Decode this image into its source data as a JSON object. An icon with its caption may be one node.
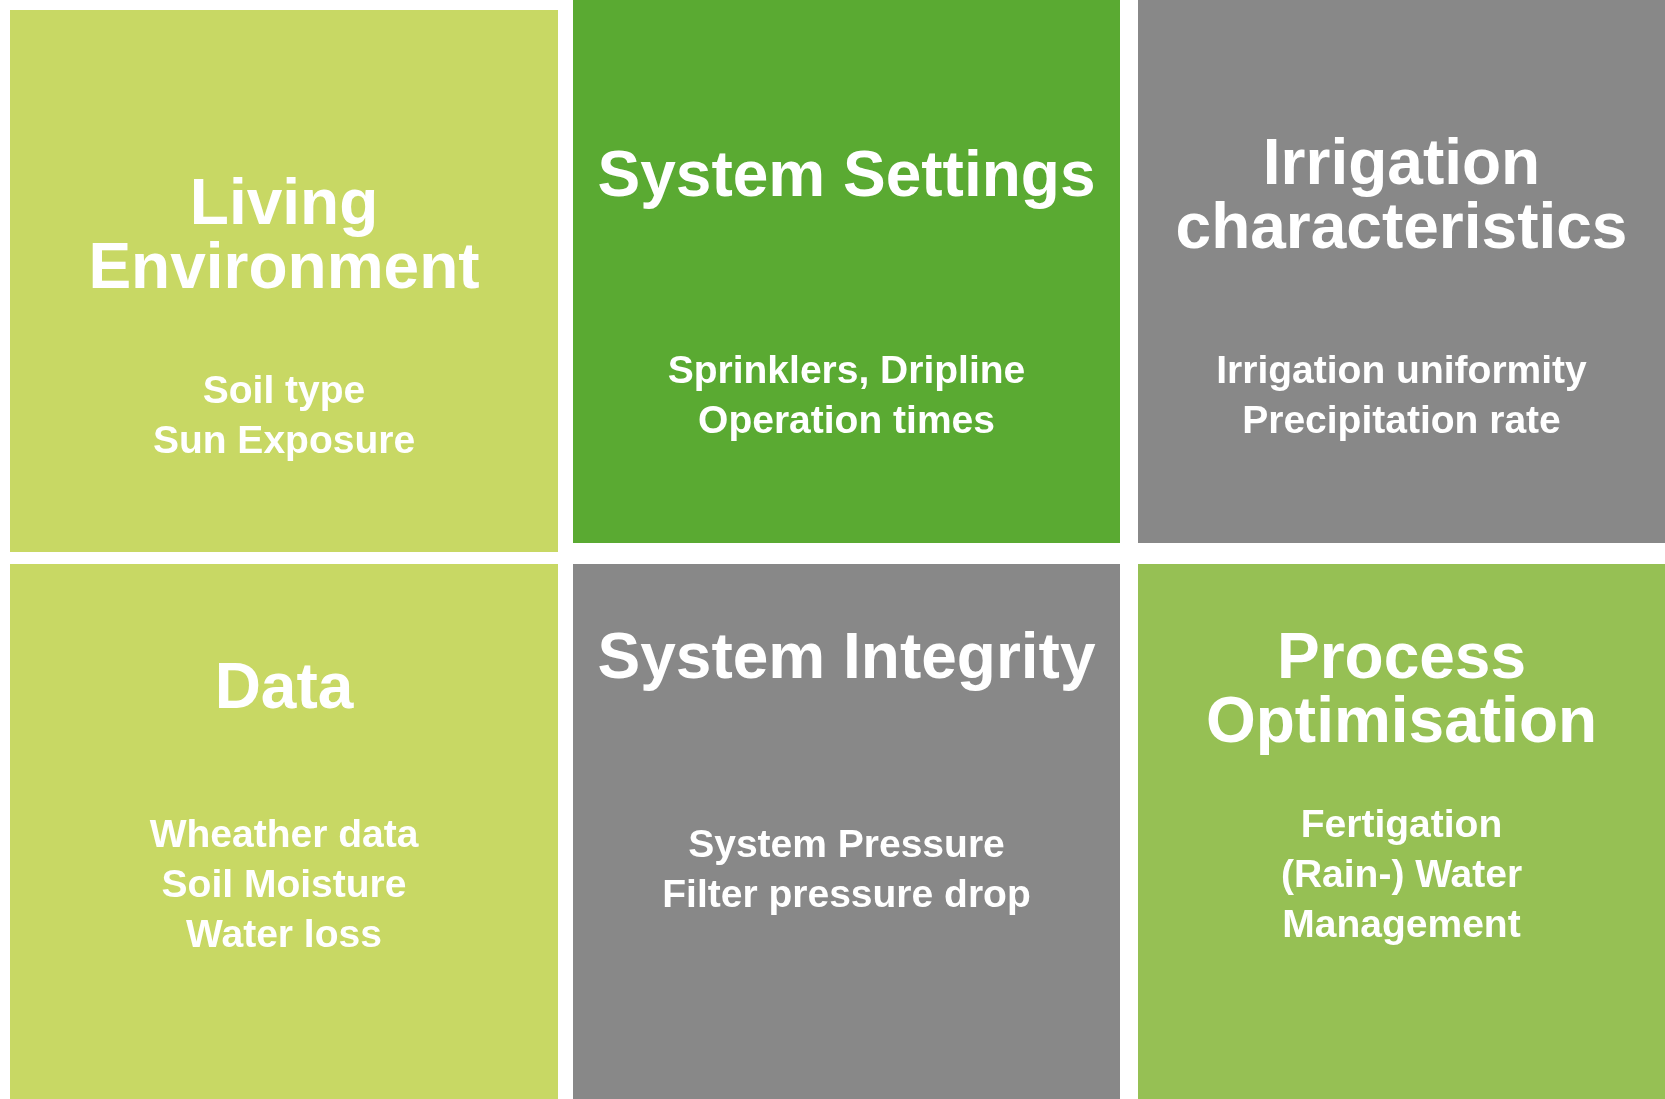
{
  "diagram": {
    "nodes": [
      {
        "text": [
          "Living Environment",
          "Soil type",
          "Sun Exposure"
        ]
      },
      {
        "text": [
          "System Settings",
          "Sprinklers, Dripline",
          "Operation times"
        ]
      },
      {
        "text": [
          "Irrigation characteristics",
          "Irrigation uniformity",
          "Precipitation rate"
        ]
      },
      {
        "text": [
          "Data",
          "Wheather data",
          "Soil Moisture",
          "Water loss"
        ]
      },
      {
        "text": [
          "System Integrity",
          "System Pressure",
          "Filter pressure drop"
        ]
      },
      {
        "text": [
          "Process Optimisation",
          "Fertigation",
          "(Rain-) Water Management"
        ]
      }
    ]
  }
}
